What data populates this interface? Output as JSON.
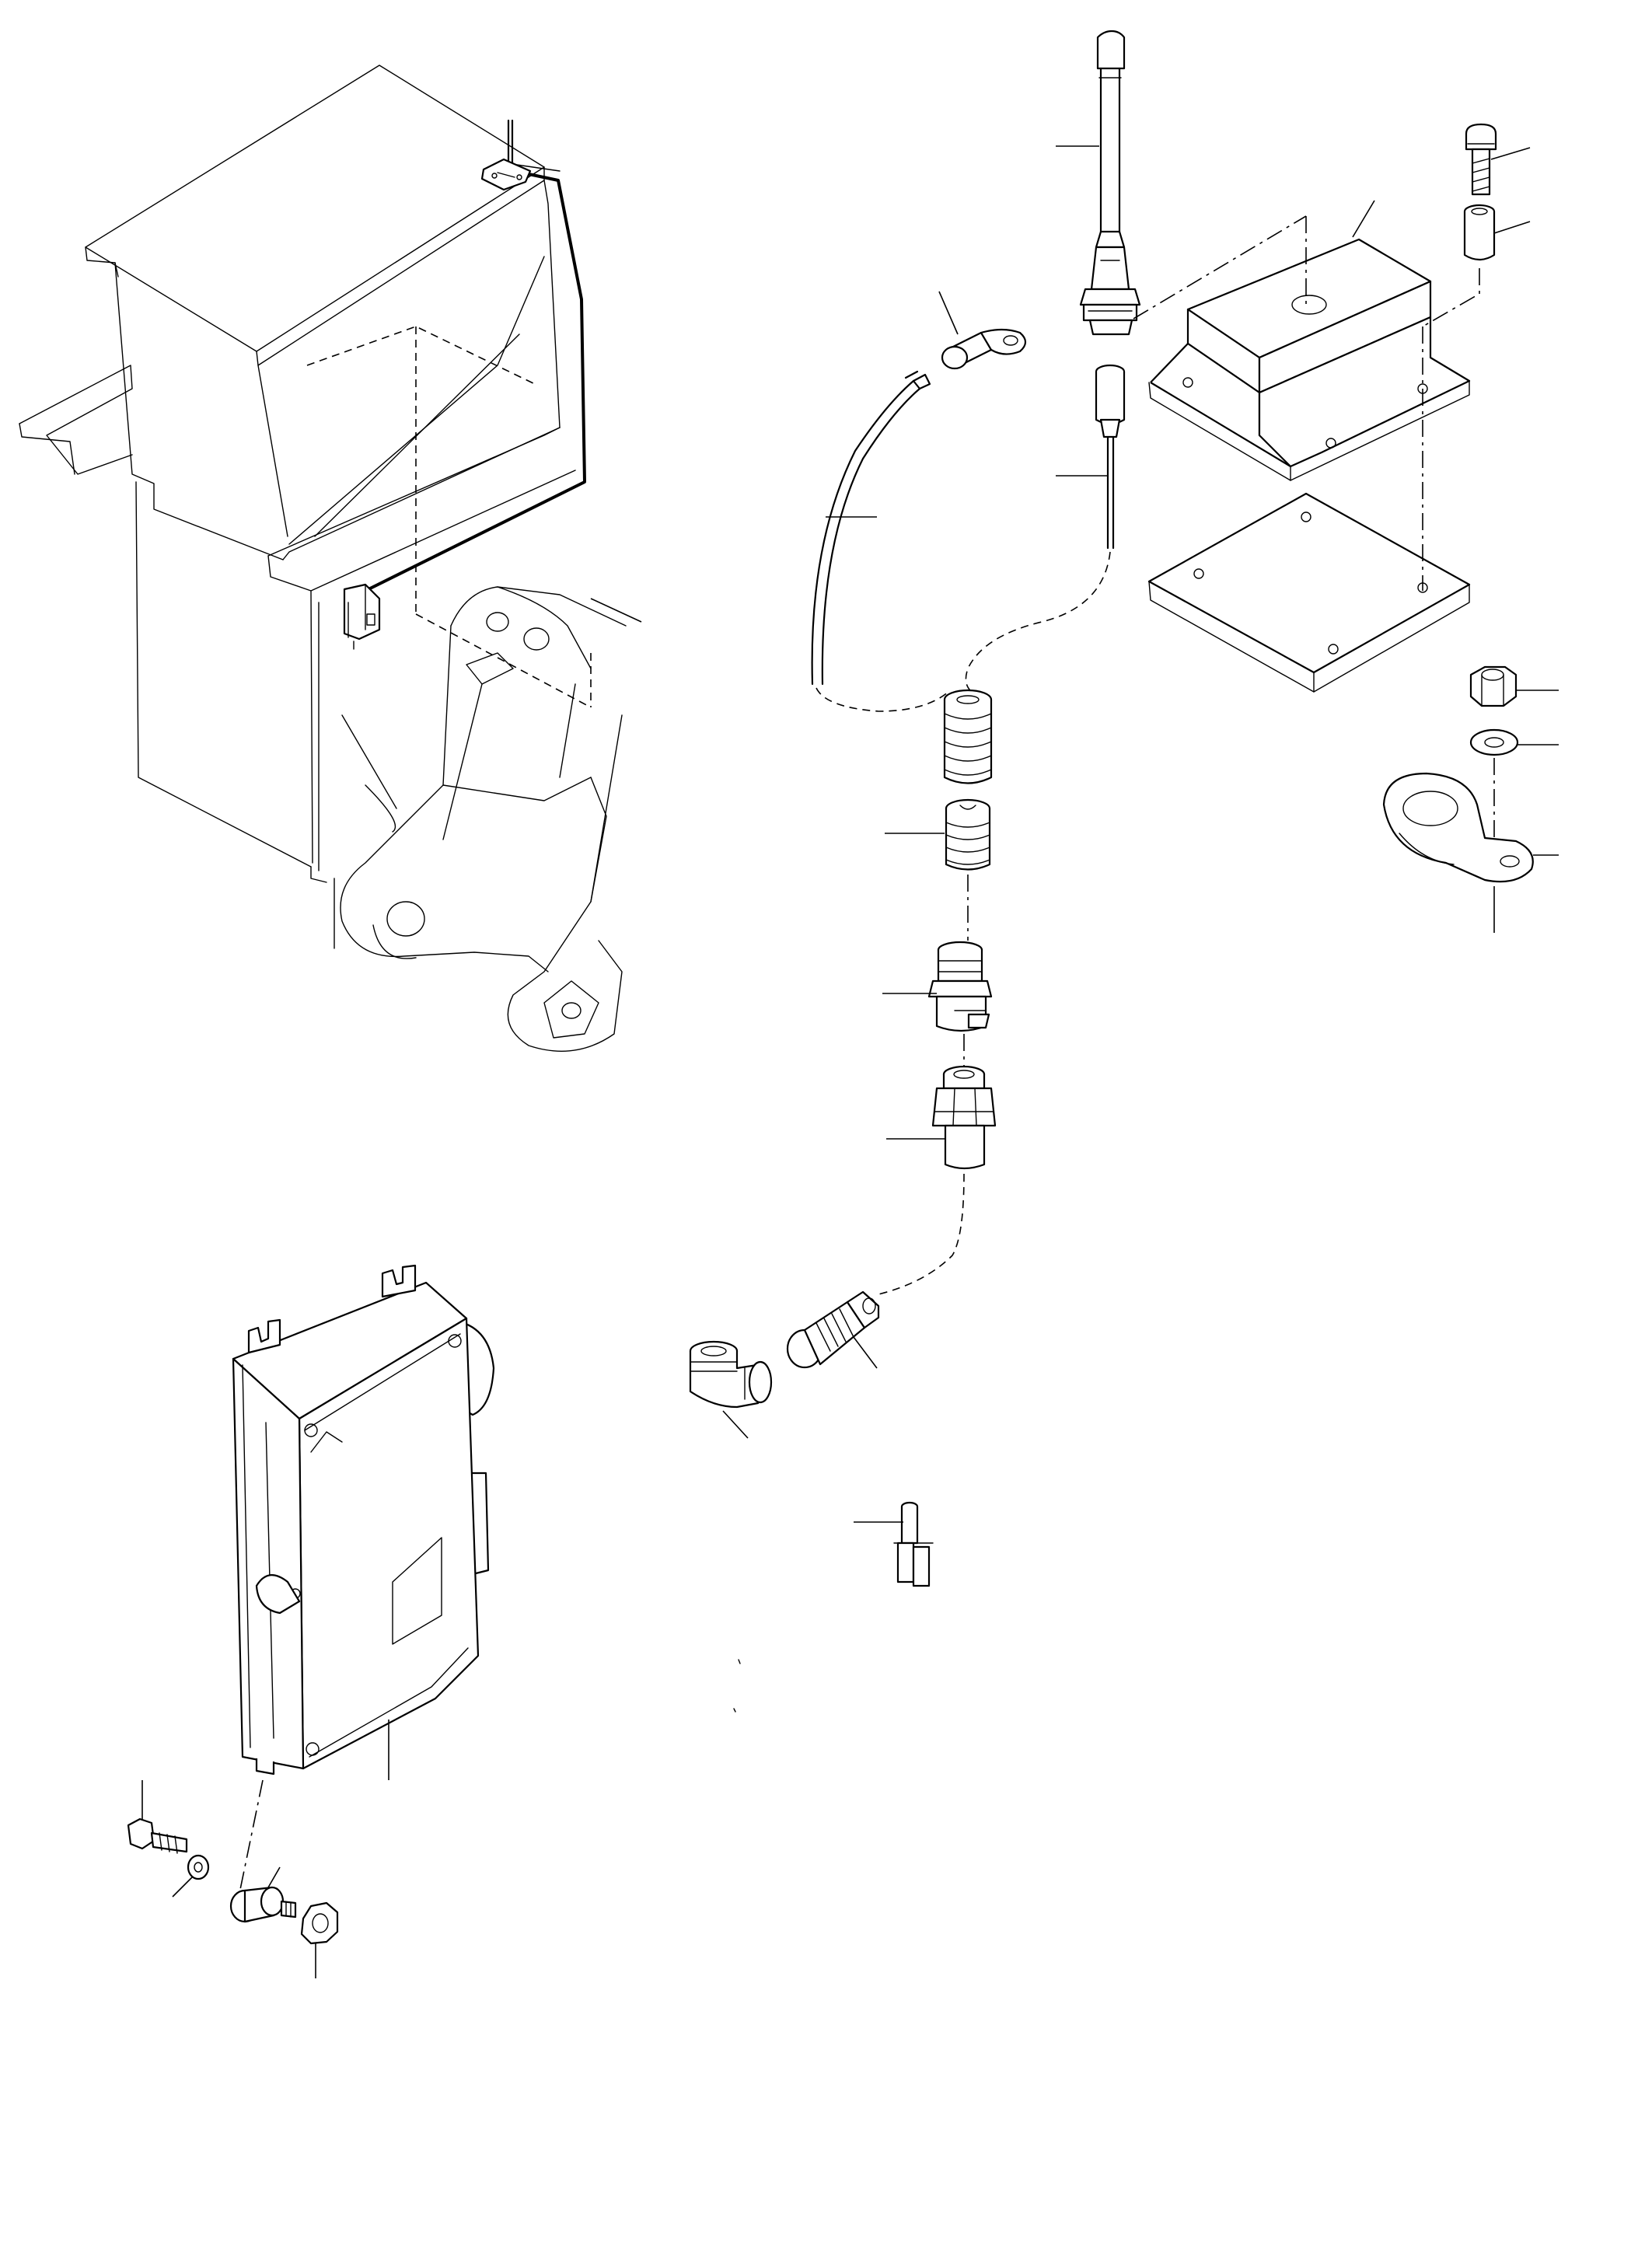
{
  "drawing": {
    "style": "exploded-parts-line-drawing",
    "background_color": "#ffffff",
    "line_color": "#000000",
    "text_labels": [],
    "components": [
      "machine-cab",
      "cab-mounted-antenna",
      "cab-mounted-connector",
      "antenna-mast",
      "antenna-base-nut",
      "antenna-cable-plug",
      "antenna-cable",
      "ground-wire",
      "ring-terminal",
      "mounting-bracket",
      "base-plate",
      "bolt",
      "spacer",
      "lock-nut",
      "flat-washer",
      "cable-clamp",
      "coil-connector-upper",
      "coil-connector-lower",
      "adapter-fitting",
      "bulkhead-fitting",
      "plug-connector",
      "elbow-connector",
      "inline-splice",
      "radio-control-unit",
      "mounting-bolt",
      "mounting-washer",
      "rubber-isolator",
      "mounting-nut"
    ]
  }
}
